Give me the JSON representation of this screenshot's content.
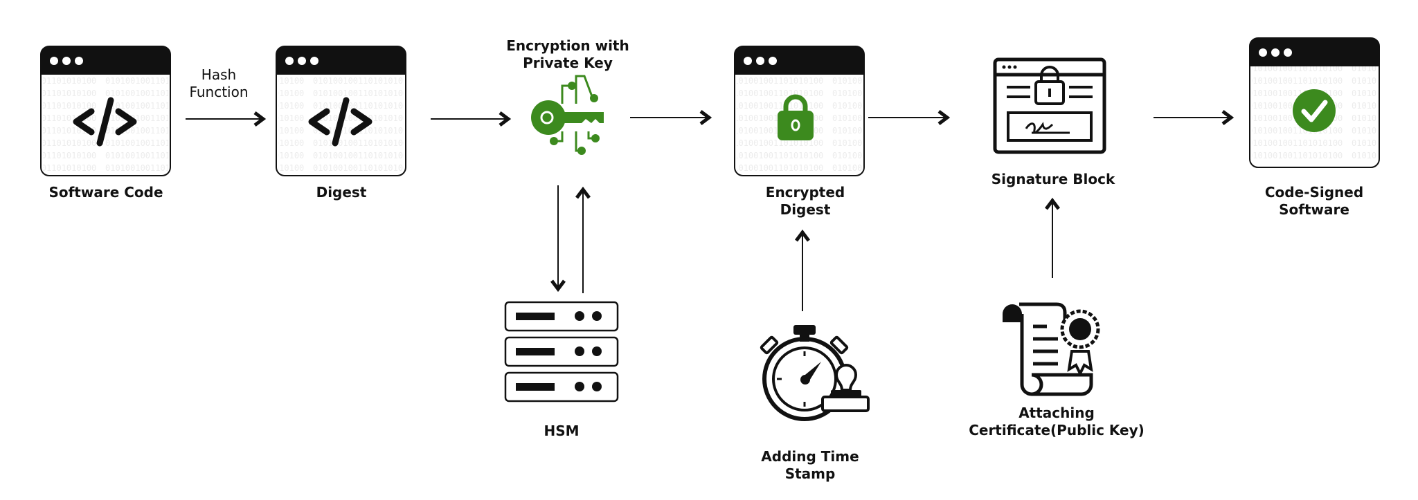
{
  "nodes": {
    "software_code": "Software Code",
    "digest": "Digest",
    "encryption_line1": "Encryption with",
    "encryption_line2": "Private Key",
    "hsm": "HSM",
    "encrypted_line1": "Encrypted",
    "encrypted_line2": "Digest",
    "timestamp_line1": "Adding Time",
    "timestamp_line2": "Stamp",
    "signature_block": "Signature Block",
    "certificate_line1": "Attaching",
    "certificate_line2": "Certificate(Public Key)",
    "code_signed_line1": "Code-Signed",
    "code_signed_line2": "Software"
  },
  "edges": {
    "hash_line1": "Hash",
    "hash_line2": "Function"
  },
  "icons": {
    "code_window": "code-window-icon",
    "key": "circuit-key-icon",
    "server": "server-rack-icon",
    "lock_window": "lock-window-icon",
    "stopwatch": "stopwatch-stamp-icon",
    "signature": "signature-lock-icon",
    "certificate": "certificate-scroll-icon",
    "check_window": "check-window-icon"
  },
  "colors": {
    "accent": "#3c8a1e",
    "ink": "#111111"
  }
}
